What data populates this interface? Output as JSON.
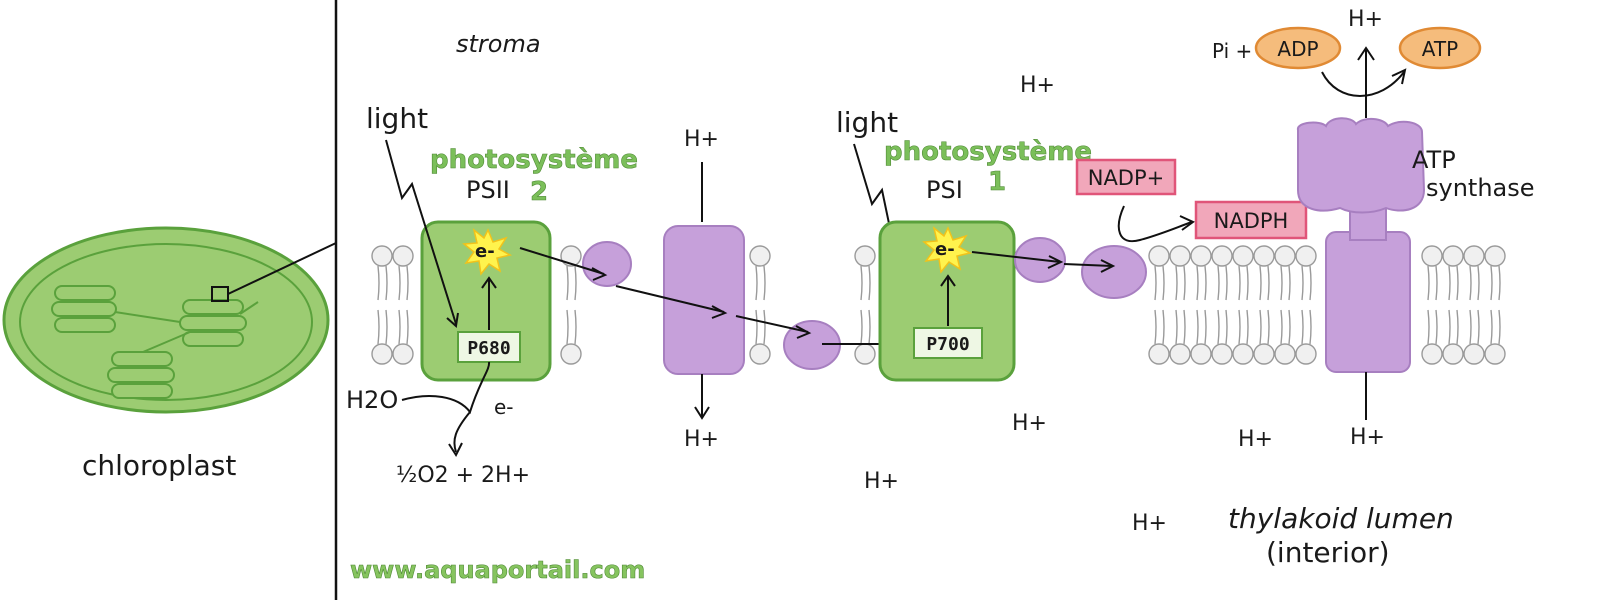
{
  "labels": {
    "chloroplast": "chloroplast",
    "stroma": "stroma",
    "light_left": "light",
    "light_right": "light",
    "photosystem_2_title": "photosystème",
    "photosystem_2_name": "PSII",
    "photosystem_2_number": "2",
    "photosystem_1_title": "photosystème",
    "photosystem_1_name": "PSI",
    "photosystem_1_number": "1",
    "electron": "e-",
    "p680": "P680",
    "p700": "P700",
    "h2o": "H2O",
    "electron_out": "e-",
    "o2_products": "½O2 + 2H+",
    "nadp_plus": "NADP+",
    "nadph": "NADPH",
    "adp": "ADP",
    "atp": "ATP",
    "pi_plus": "Pi +",
    "atp_synthase_line1": "ATP",
    "atp_synthase_line2": "synthase",
    "thylakoid_line1": "thylakoid lumen",
    "thylakoid_line2": "(interior)",
    "watermark": "www.aquaportail.com",
    "proton": "H+"
  },
  "colors": {
    "photosystem_green": "#9ccc72",
    "complex_purple": "#c6a0da",
    "nadp_pink": "#f1a7ba",
    "adp_orange": "#f5bc7c",
    "electron_yellow": "#fff34d"
  }
}
